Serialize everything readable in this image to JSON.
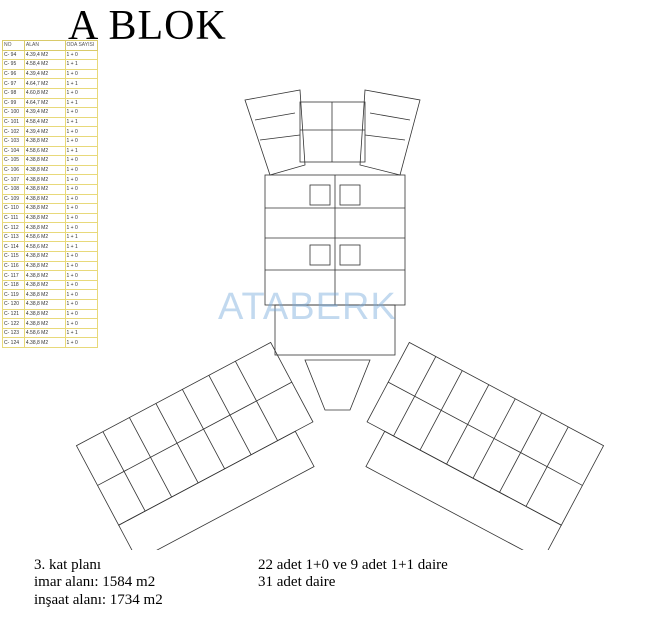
{
  "title": "A BLOK",
  "watermark": "ATABERK",
  "table": {
    "headers": [
      "NO",
      "ALAN",
      "ODA SAYISI"
    ],
    "rows": [
      [
        "C- 94",
        "4.39,4 M2",
        "1 + 0"
      ],
      [
        "C- 95",
        "4.58,4 M2",
        "1 + 1"
      ],
      [
        "C- 96",
        "4.39,4 M2",
        "1 + 0"
      ],
      [
        "C- 97",
        "4.64,7 M2",
        "1 + 1"
      ],
      [
        "C- 98",
        "4.60,8 M2",
        "1 + 0"
      ],
      [
        "C- 99",
        "4.64,7 M2",
        "1 + 1"
      ],
      [
        "C- 100",
        "4.39,4 M2",
        "1 + 0"
      ],
      [
        "C- 101",
        "4.58,4 M2",
        "1 + 1"
      ],
      [
        "C- 102",
        "4.39,4 M2",
        "1 + 0"
      ],
      [
        "C- 103",
        "4.38,8 M2",
        "1 + 0"
      ],
      [
        "C- 104",
        "4.58,6 M2",
        "1 + 1"
      ],
      [
        "C- 105",
        "4.38,8 M2",
        "1 + 0"
      ],
      [
        "C- 106",
        "4.38,8 M2",
        "1 + 0"
      ],
      [
        "C- 107",
        "4.38,8 M2",
        "1 + 0"
      ],
      [
        "C- 108",
        "4.38,8 M2",
        "1 + 0"
      ],
      [
        "C- 109",
        "4.38,8 M2",
        "1 + 0"
      ],
      [
        "C- 110",
        "4.38,8 M2",
        "1 + 0"
      ],
      [
        "C- 111",
        "4.38,8 M2",
        "1 + 0"
      ],
      [
        "C- 112",
        "4.38,8 M2",
        "1 + 0"
      ],
      [
        "C- 113",
        "4.58,6 M2",
        "1 + 1"
      ],
      [
        "C- 114",
        "4.58,6 M2",
        "1 + 1"
      ],
      [
        "C- 115",
        "4.38,8 M2",
        "1 + 0"
      ],
      [
        "C- 116",
        "4.38,8 M2",
        "1 + 0"
      ],
      [
        "C- 117",
        "4.38,8 M2",
        "1 + 0"
      ],
      [
        "C- 118",
        "4.38,8 M2",
        "1 + 0"
      ],
      [
        "C- 119",
        "4.38,8 M2",
        "1 + 0"
      ],
      [
        "C- 120",
        "4.38,8 M2",
        "1 + 0"
      ],
      [
        "C- 121",
        "4.38,8 M2",
        "1 + 0"
      ],
      [
        "C- 122",
        "4.38,8 M2",
        "1 + 0"
      ],
      [
        "C- 123",
        "4.58,6 M2",
        "1 + 1"
      ],
      [
        "C- 124",
        "4.38,8 M2",
        "1 + 0"
      ]
    ]
  },
  "notes": {
    "floor": "3. kat planı",
    "imar": "imar alanı: 1584 m2",
    "insaat": "inşaat alanı: 1734 m2",
    "units": "22 adet 1+0 ve 9 adet 1+1 daire",
    "total": "31 adet daire"
  }
}
